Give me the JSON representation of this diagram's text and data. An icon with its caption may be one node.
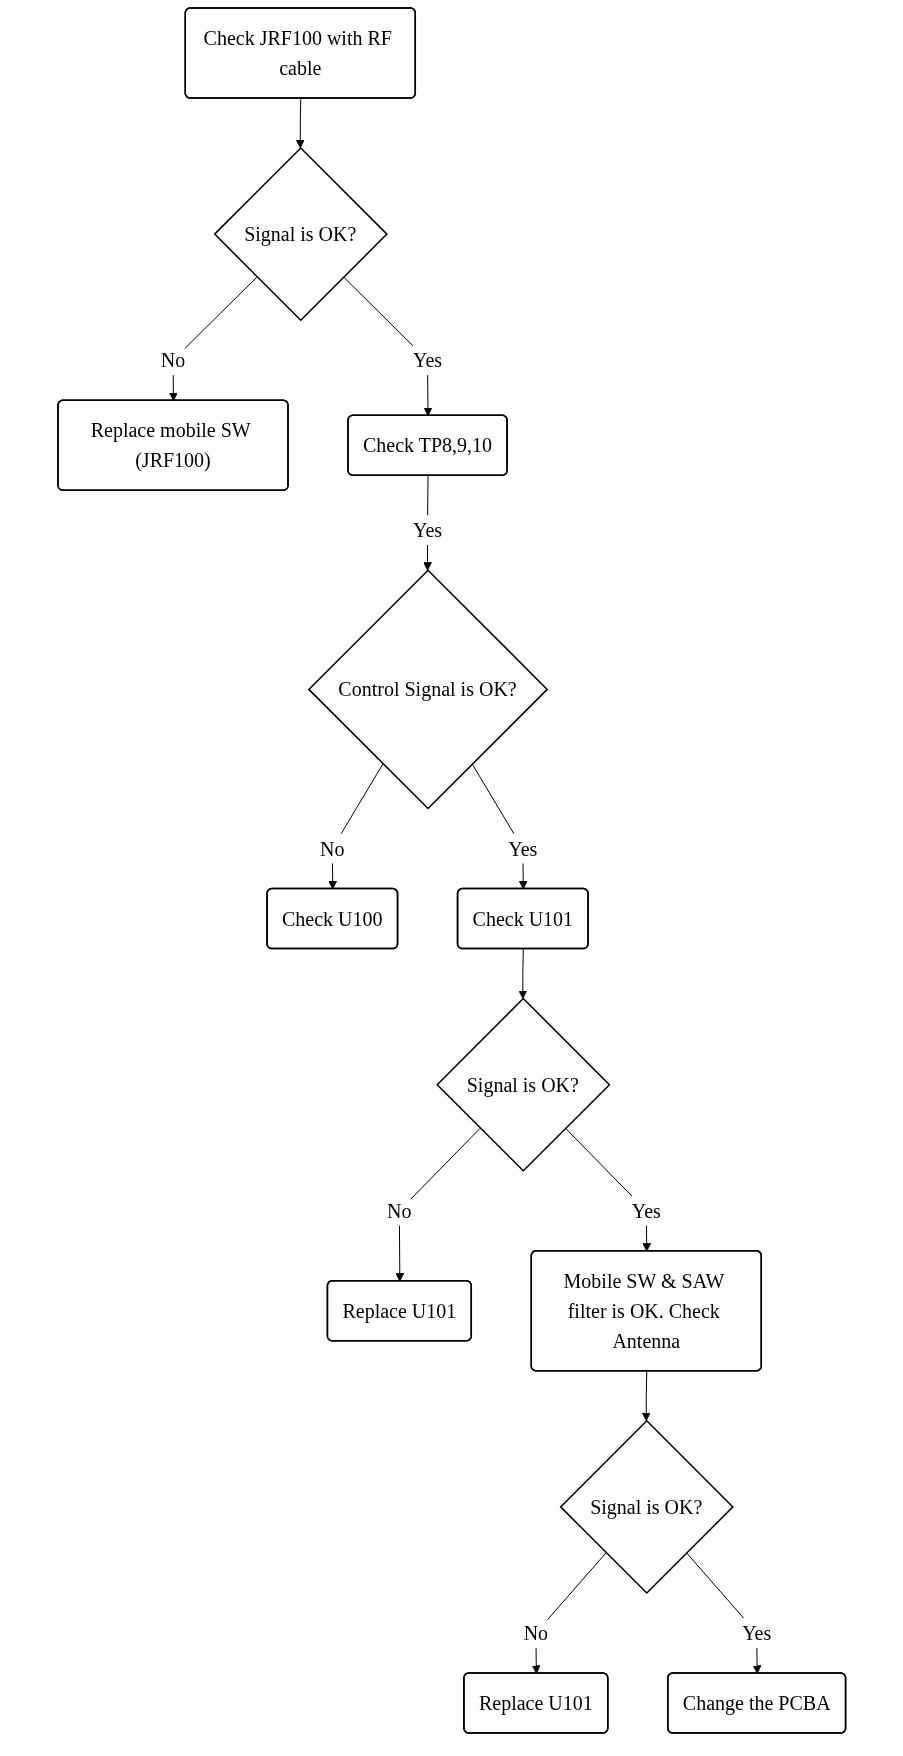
{
  "diagram": {
    "nodes": [
      {
        "text": [
          "Check JRF100 with RF cable"
        ]
      },
      {
        "text": [
          "Signal is OK?"
        ]
      },
      {
        "text": [
          "Replace mobile SW (JRF100)"
        ]
      },
      {
        "text": [
          "Check TP8,9,10"
        ]
      },
      {
        "text": [
          "Control Signal is OK?"
        ]
      },
      {
        "text": [
          "Check U100"
        ]
      },
      {
        "text": [
          "Check U101"
        ]
      },
      {
        "text": [
          "Signal is OK?"
        ]
      },
      {
        "text": [
          "Replace U101"
        ]
      },
      {
        "text": [
          "Mobile SW & SAW filter is OK. Check Antenna"
        ]
      },
      {
        "text": [
          "Signal is OK?"
        ]
      },
      {
        "text": [
          "Replace U101"
        ]
      },
      {
        "text": [
          "Change the PCBA"
        ]
      }
    ],
    "edges": [
      {
        "from": 0,
        "to": 1,
        "arrow": "to"
      },
      {
        "from": 1,
        "to": 2,
        "arrow": "to",
        "label": "No"
      },
      {
        "from": 1,
        "to": 3,
        "arrow": "to",
        "label": "Yes"
      },
      {
        "from": 3,
        "to": 4,
        "arrow": "to",
        "label": "Yes"
      },
      {
        "from": 4,
        "to": 5,
        "arrow": "to",
        "label": "No"
      },
      {
        "from": 4,
        "to": 6,
        "arrow": "to",
        "label": "Yes"
      },
      {
        "from": 6,
        "to": 7,
        "arrow": "to"
      },
      {
        "from": 7,
        "to": 8,
        "arrow": "to",
        "label": "No"
      },
      {
        "from": 7,
        "to": 9,
        "arrow": "to",
        "label": "Yes"
      },
      {
        "from": 9,
        "to": 10,
        "arrow": "to"
      },
      {
        "from": 10,
        "to": 11,
        "arrow": "to",
        "label": "No"
      },
      {
        "from": 10,
        "to": 12,
        "arrow": "to",
        "label": "Yes"
      }
    ]
  }
}
